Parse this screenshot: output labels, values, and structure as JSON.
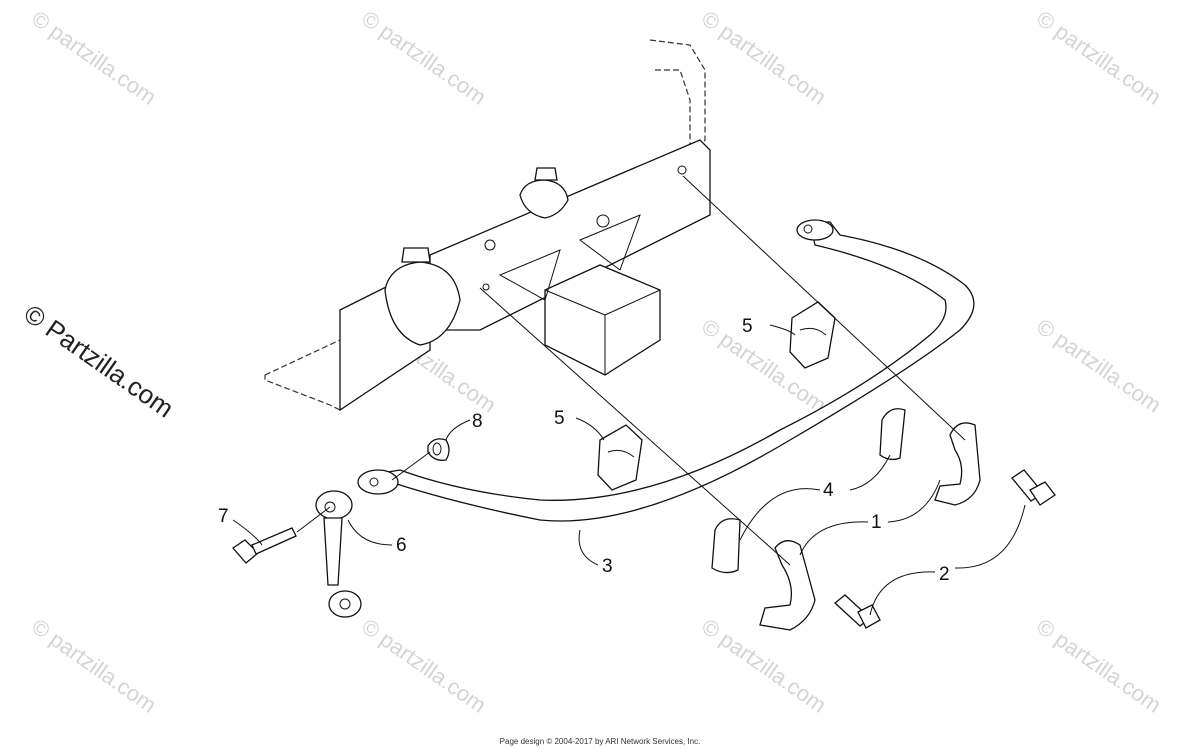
{
  "diagram": {
    "watermark_text": "© partzilla.com",
    "side_copyright": "© Partzilla.com",
    "footer_text": "Page design © 2004-2017 by ARI Network Services, Inc.",
    "callouts": {
      "c1": "1",
      "c2": "2",
      "c3": "3",
      "c4": "4",
      "c5a": "5",
      "c5b": "5",
      "c6": "6",
      "c7": "7",
      "c8": "8"
    }
  }
}
